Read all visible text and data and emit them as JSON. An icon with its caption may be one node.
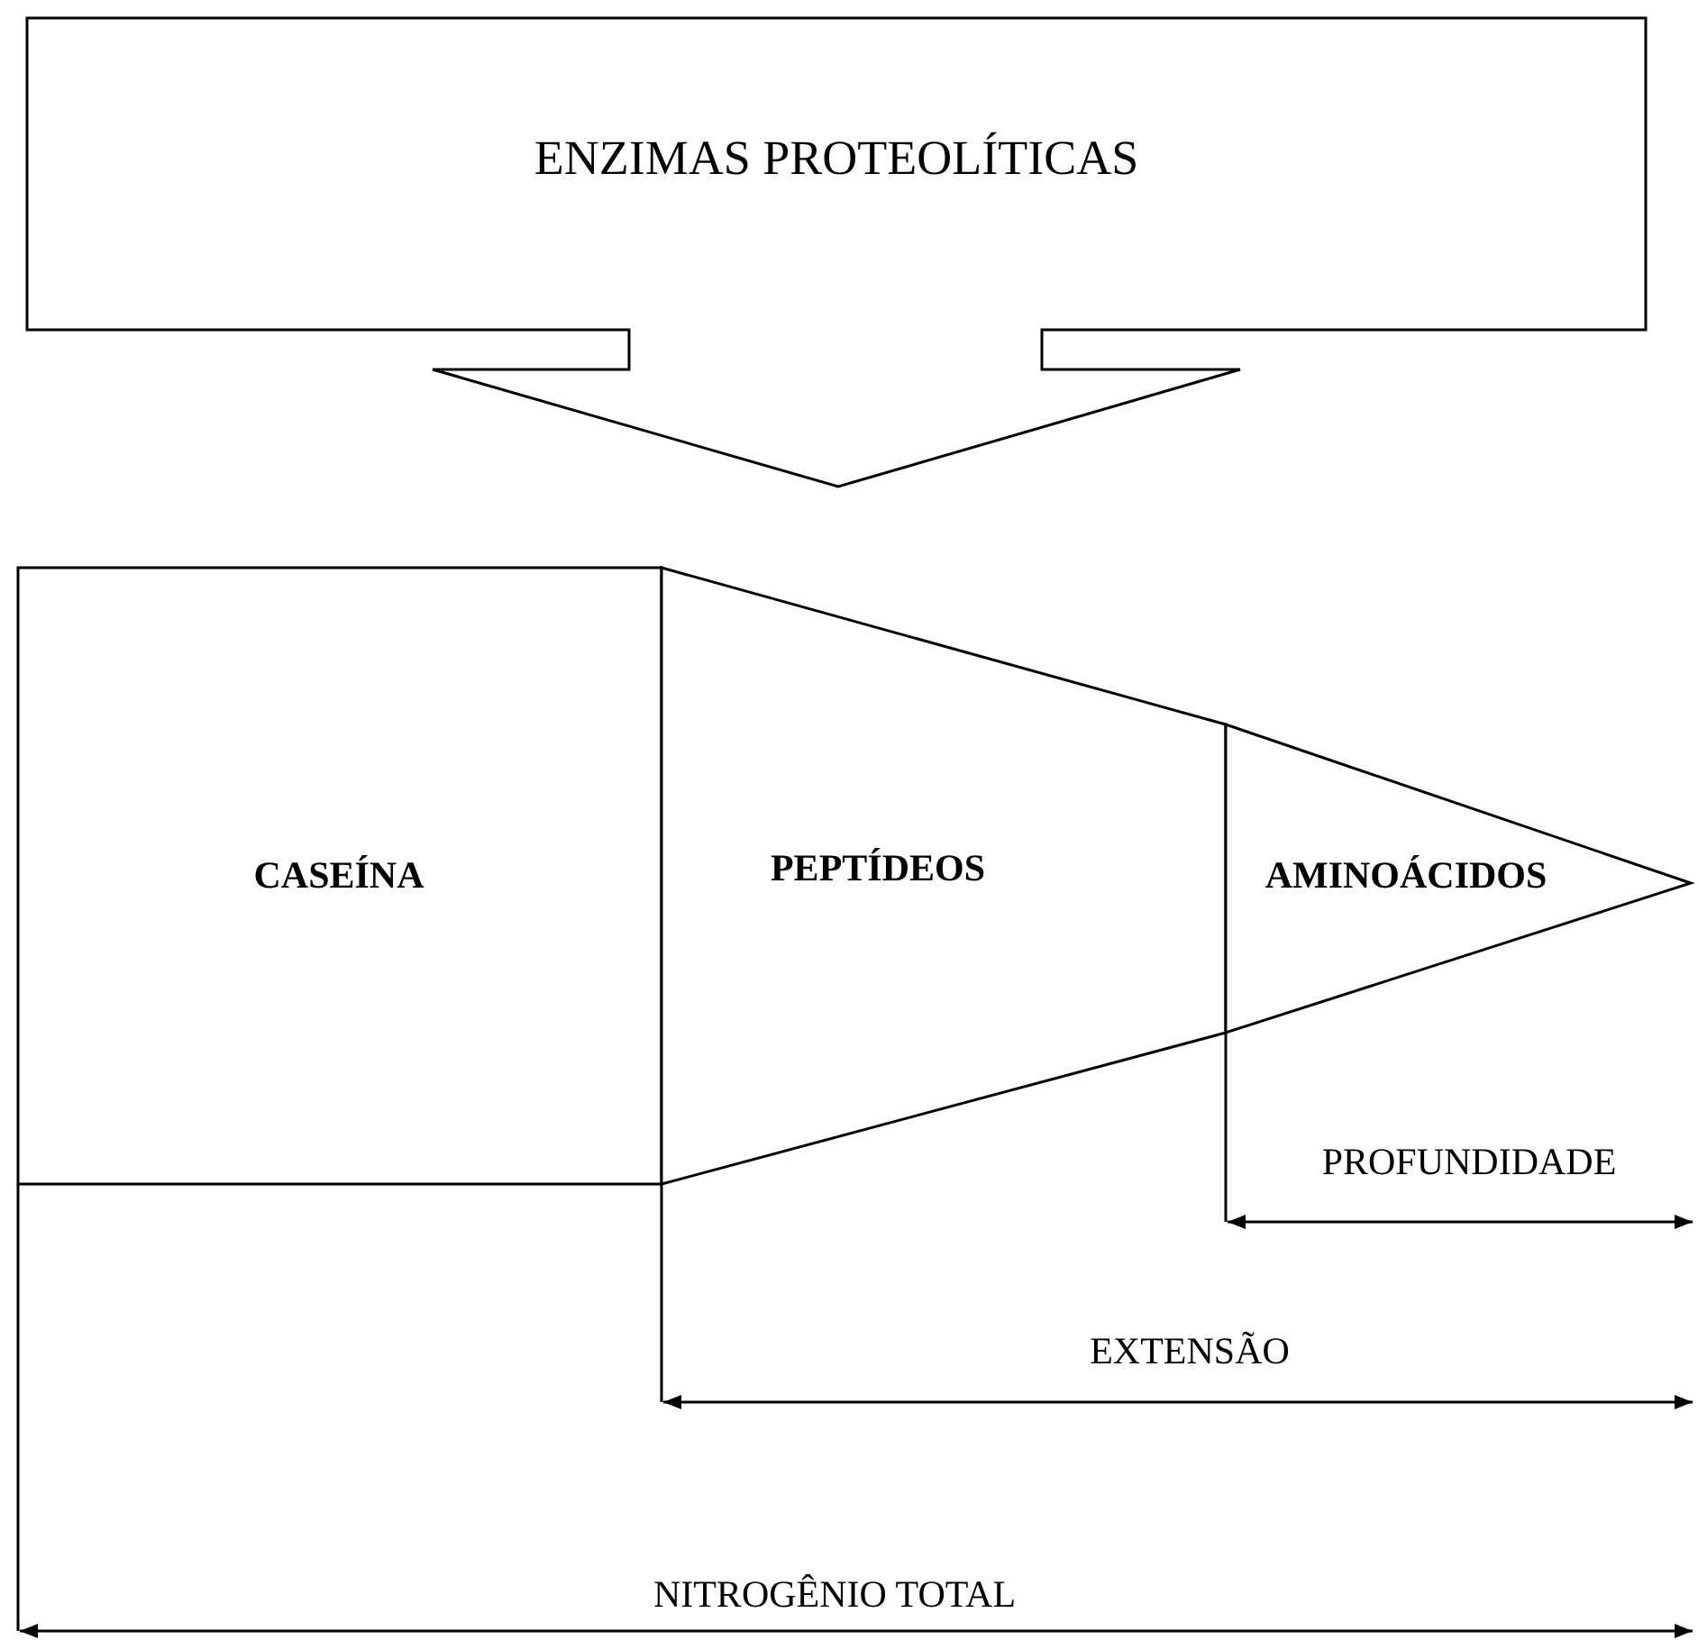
{
  "diagram": {
    "nodes": [
      {
        "text": [
          "ENZIMAS PROTEOLÍTICAS"
        ]
      },
      {
        "text": [
          "CASEÍNA"
        ]
      },
      {
        "text": [
          "PEPTÍDEOS"
        ]
      },
      {
        "text": [
          "AMINOÁCIDOS"
        ]
      }
    ],
    "labels": [
      "PROFUNDIDADE",
      "EXTENSÃO",
      "NITROGÊNIO TOTAL"
    ]
  }
}
